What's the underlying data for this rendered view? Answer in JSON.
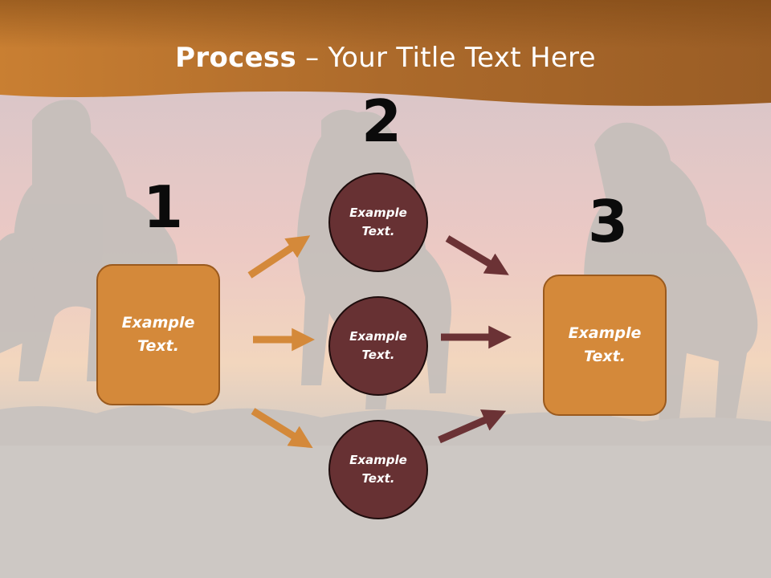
{
  "slide": {
    "title_bold": "Process",
    "title_rest": " – Your Title Text Here"
  },
  "steps": [
    {
      "number": "1",
      "label": "Example\nText."
    },
    {
      "number": "2",
      "label": ""
    },
    {
      "number": "3",
      "label": "Example\nText."
    }
  ],
  "circles": [
    {
      "label": "Example\nText."
    },
    {
      "label": "Example\nText."
    },
    {
      "label": "Example\nText."
    }
  ],
  "colors": {
    "header": "#b8722e",
    "box_fill": "#d4893a",
    "circle_fill": "#673133",
    "arrow_orange": "#d4893a",
    "arrow_maroon": "#6b3235",
    "text_dark": "#0b0b0b"
  }
}
